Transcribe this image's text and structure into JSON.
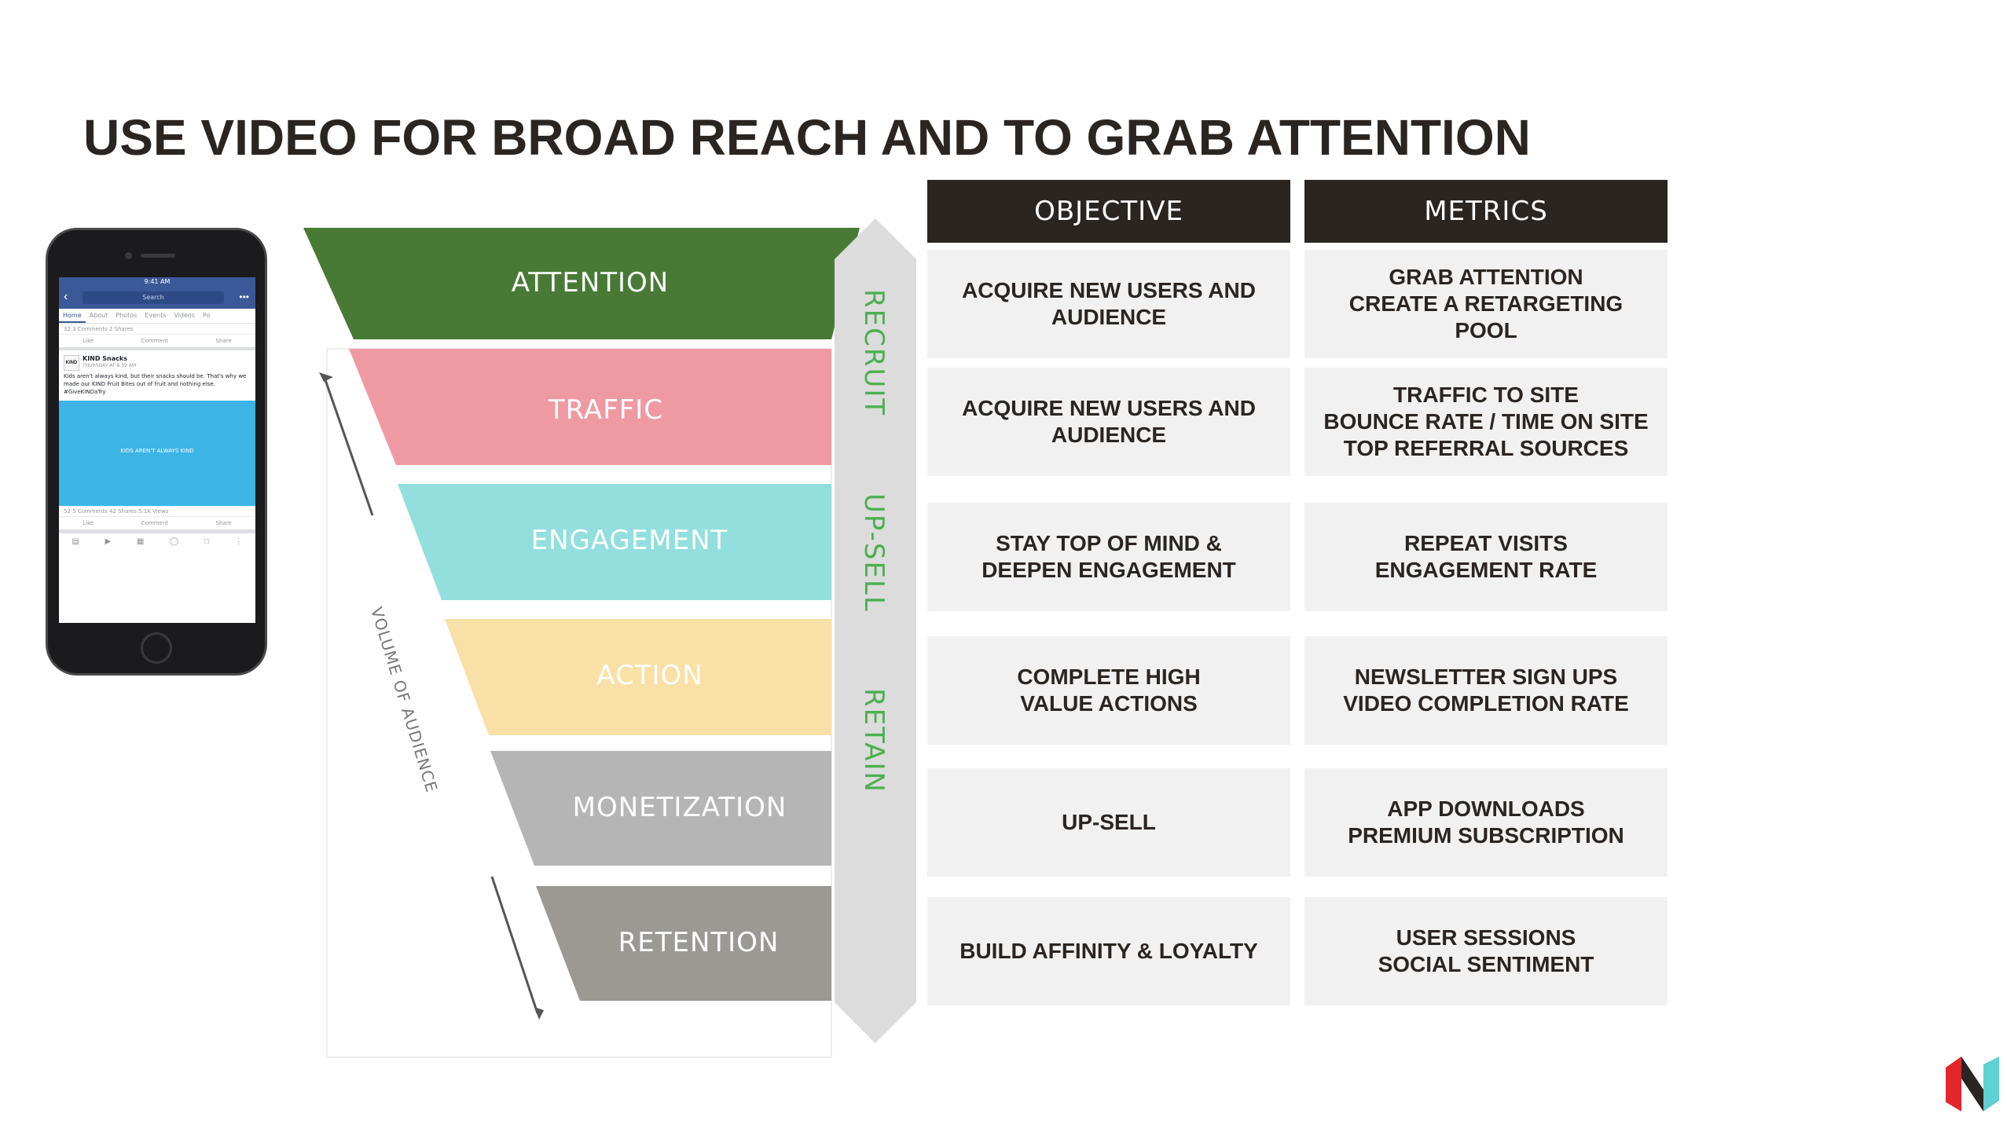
{
  "title": "USE VIDEO FOR BROAD REACH AND TO GRAB ATTENTION",
  "colors": {
    "attention": "#487a35",
    "traffic": "#ef9aa3",
    "engagement": "#93dfdd",
    "action": "#f9e0a6",
    "monetization": "#b5b5b5",
    "retention": "#9c9894",
    "side_bar": "#dcdcdc",
    "side_text": "#4caf50",
    "header_bg": "#2b2522",
    "cell_bg": "#f1f1f1"
  },
  "phone": {
    "status_time": "9:41 AM",
    "search_placeholder": "Search",
    "tabs": [
      "Home",
      "About",
      "Photos",
      "Events",
      "Videos",
      "Po"
    ],
    "top_stats": "32   3 Comments  2 Shares",
    "actions": [
      "Like",
      "Comment",
      "Share"
    ],
    "page_name": "KIND Snacks",
    "post_time": "THURSDAY AT 8:59 AM · ",
    "logo_text": "KIND",
    "post_text": "Kids aren't always kind, but their snacks should be. That's why we made our KIND Fruit Bites out of fruit and nothing else. #GiveKINDaTry",
    "video_caption": "KIDS AREN'T ALWAYS KIND",
    "bottom_stats": "52   5 Comments  42 Shares  5.1K Views"
  },
  "funnel": {
    "layers": [
      "ATTENTION",
      "TRAFFIC",
      "ENGAGEMENT",
      "ACTION",
      "MONETIZATION",
      "RETENTION"
    ],
    "side_labels": [
      "RECRUIT",
      "UP-SELL",
      "RETAIN"
    ],
    "volume_label": "VOLUME OF AUDIENCE"
  },
  "table": {
    "headers": {
      "objective": "OBJECTIVE",
      "metrics": "METRICS"
    },
    "rows": [
      {
        "objective": [
          "ACQUIRE NEW USERS AND",
          "AUDIENCE"
        ],
        "metrics": [
          "GRAB ATTENTION",
          "CREATE A RETARGETING POOL"
        ]
      },
      {
        "objective": [
          "ACQUIRE NEW USERS AND",
          "AUDIENCE"
        ],
        "metrics": [
          "TRAFFIC TO SITE",
          "BOUNCE RATE / TIME ON SITE",
          "TOP REFERRAL SOURCES"
        ]
      },
      {
        "objective": [
          "STAY TOP OF MIND &",
          "DEEPEN ENGAGEMENT"
        ],
        "metrics": [
          "REPEAT VISITS",
          "ENGAGEMENT RATE"
        ]
      },
      {
        "objective": [
          "COMPLETE HIGH",
          "VALUE ACTIONS"
        ],
        "metrics": [
          "NEWSLETTER SIGN UPS",
          "VIDEO COMPLETION RATE"
        ]
      },
      {
        "objective": [
          "UP-SELL"
        ],
        "metrics": [
          "APP DOWNLOADS",
          "PREMIUM SUBSCRIPTION"
        ]
      },
      {
        "objective": [
          "BUILD AFFINITY & LOYALTY"
        ],
        "metrics": [
          "USER SESSIONS",
          "SOCIAL SENTIMENT"
        ]
      }
    ]
  }
}
